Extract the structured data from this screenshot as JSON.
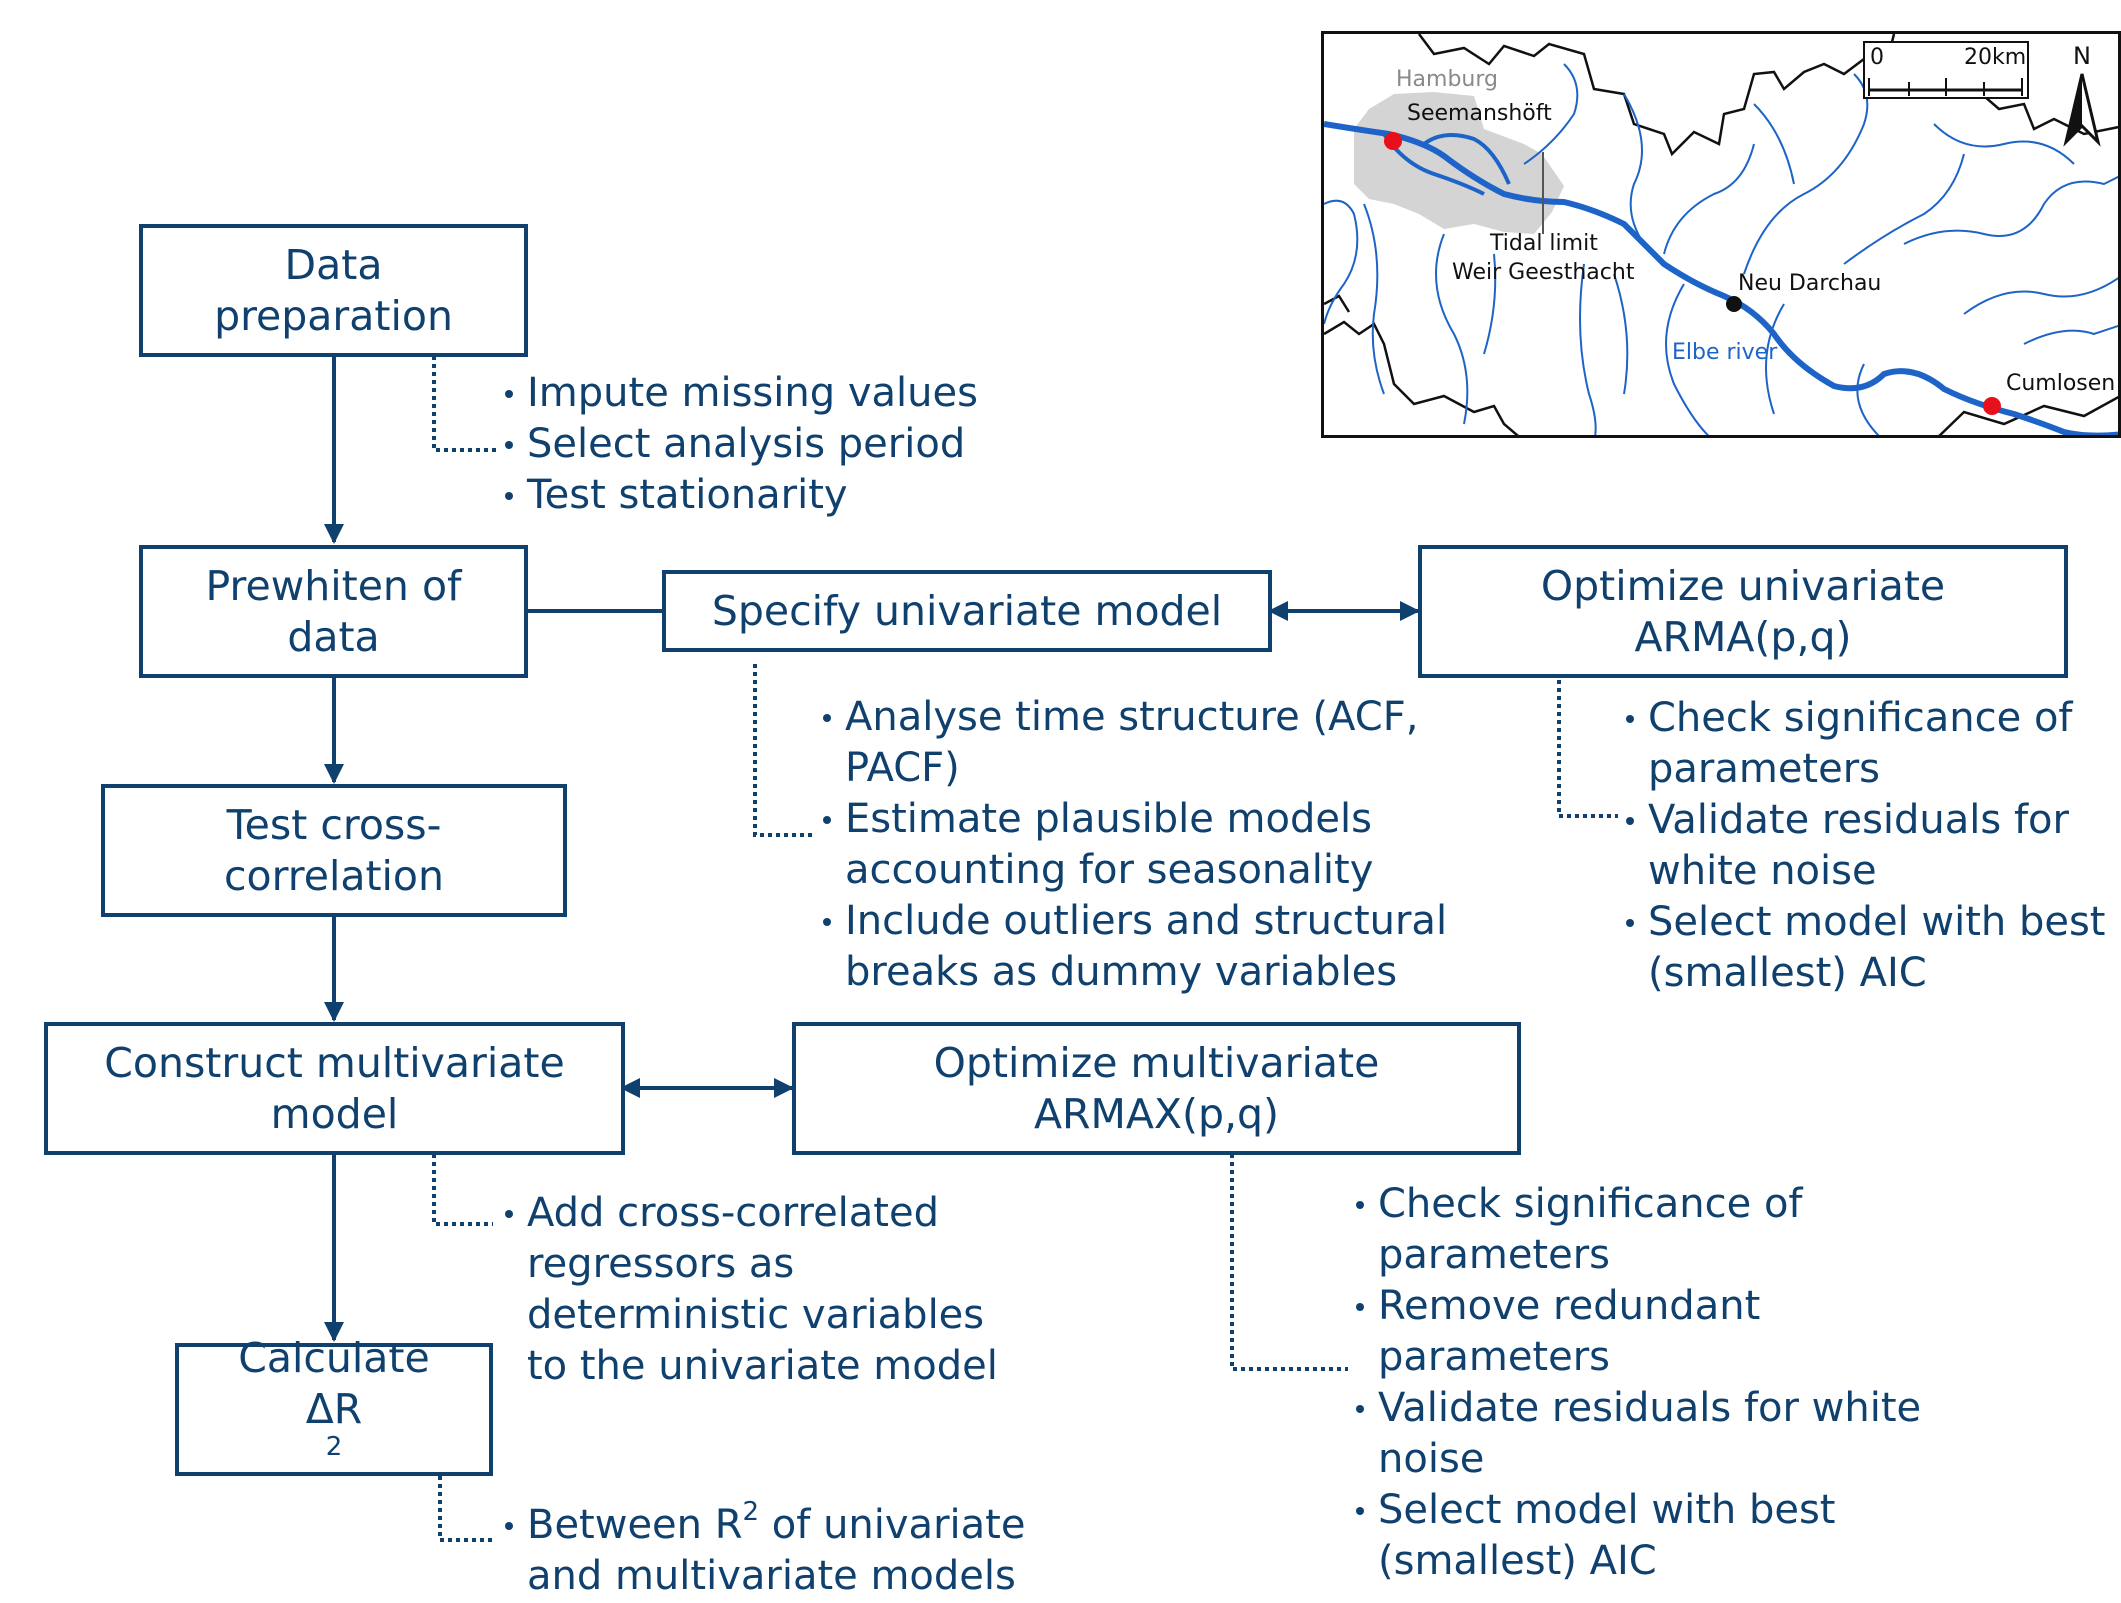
{
  "flowchart": {
    "data_preparation": [
      "Data",
      "preparation"
    ],
    "prewhiten": [
      "Prewhiten of",
      "data"
    ],
    "test_cross": [
      "Test cross-",
      "correlation"
    ],
    "construct": [
      "Construct multivariate",
      "model"
    ],
    "calculate": [
      "Calculate",
      "ΔR",
      "2"
    ],
    "specify_univariate": "Specify univariate model",
    "optimize_univariate": [
      "Optimize univariate",
      "ARMA(p,q)"
    ],
    "optimize_multivariate": [
      "Optimize multivariate",
      "ARMAX(p,q)"
    ]
  },
  "notes": {
    "data_preparation": [
      "Impute missing values",
      "Select analysis period",
      "Test stationarity"
    ],
    "specify_univariate": [
      [
        "Analyse time structure (ACF,",
        "PACF)"
      ],
      [
        "Estimate plausible models",
        "accounting for seasonality"
      ],
      [
        "Include outliers and structural",
        "breaks as dummy variables"
      ]
    ],
    "optimize_univariate": [
      [
        "Check significance of",
        "parameters"
      ],
      [
        "Validate residuals for",
        "white noise"
      ],
      [
        "Select model with best",
        "(smallest) AIC"
      ]
    ],
    "construct": [
      "Add cross-correlated",
      "regressors as",
      "deterministic variables",
      "to the univariate model"
    ],
    "optimize_multivariate": [
      [
        "Check significance of",
        "parameters"
      ],
      [
        "Remove redundant",
        "parameters"
      ],
      [
        "Validate residuals for white",
        "noise"
      ],
      [
        "Select model with best",
        "(smallest) AIC"
      ]
    ],
    "calculate": {
      "pre": "Between R",
      "sup": "2",
      "post": " of univariate",
      "line2": "and multivariate models"
    }
  },
  "map": {
    "scale_zero": "0",
    "scale_end": "20km",
    "north": "N",
    "labels": {
      "hamburg": "Hamburg",
      "seemanshoeft": "Seemanshöft",
      "tidal_limit": "Tidal limit",
      "weir": "Weir Geesthacht",
      "neu_darchau": "Neu Darchau",
      "elbe_river": "Elbe river",
      "cumlosen": "Cumlosen"
    },
    "colors": {
      "river": "#1e64c8",
      "station": "#e8101a",
      "gauge": "#111111",
      "city": "#d4d4d4"
    }
  }
}
